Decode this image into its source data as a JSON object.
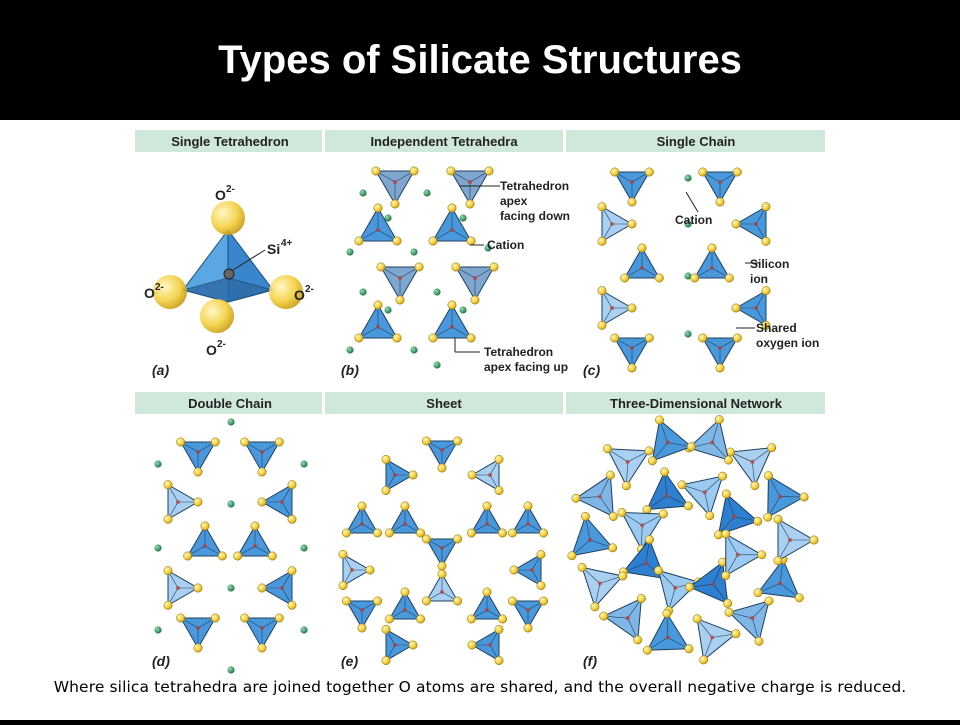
{
  "slide": {
    "title": "Types of Silicate Structures",
    "caption": "Where silica tetrahedra are joined together O atoms are shared, and the overall negative charge is reduced."
  },
  "panels": [
    {
      "id": "a",
      "header": "Single Tetrahedron",
      "letter": "(a)"
    },
    {
      "id": "b",
      "header": "Independent Tetrahedra",
      "letter": "(b)"
    },
    {
      "id": "c",
      "header": "Single Chain",
      "letter": "(c)"
    },
    {
      "id": "d",
      "header": "Double Chain",
      "letter": "(d)"
    },
    {
      "id": "e",
      "header": "Sheet",
      "letter": "(e)"
    },
    {
      "id": "f",
      "header": "Three-Dimensional Network",
      "letter": "(f)"
    }
  ],
  "labels": {
    "a": {
      "o_top": "O",
      "o_top_sup": "2-",
      "si": "Si",
      "si_sup": "4+",
      "o_left": "O",
      "o_left_sup": "2-",
      "o_right": "O",
      "o_right_sup": "2-",
      "o_bottom": "O",
      "o_bottom_sup": "2-"
    },
    "b": {
      "apex_down_1": "Tetrahedron",
      "apex_down_2": "apex",
      "apex_down_3": "facing down",
      "cation": "Cation",
      "apex_up_1": "Tetrahedron",
      "apex_up_2": "apex facing up"
    },
    "c": {
      "cation": "Cation",
      "silicon_1": "Silicon",
      "silicon_2": "ion",
      "shared_1": "Shared",
      "shared_2": "oxygen ion"
    }
  },
  "colors": {
    "header_bg": "#cfe8d9",
    "tetra_blue": "#4a98dc",
    "tetra_light": "#a9d0f0",
    "oxygen": "#f4d03f",
    "cation": "#2e8b57"
  }
}
